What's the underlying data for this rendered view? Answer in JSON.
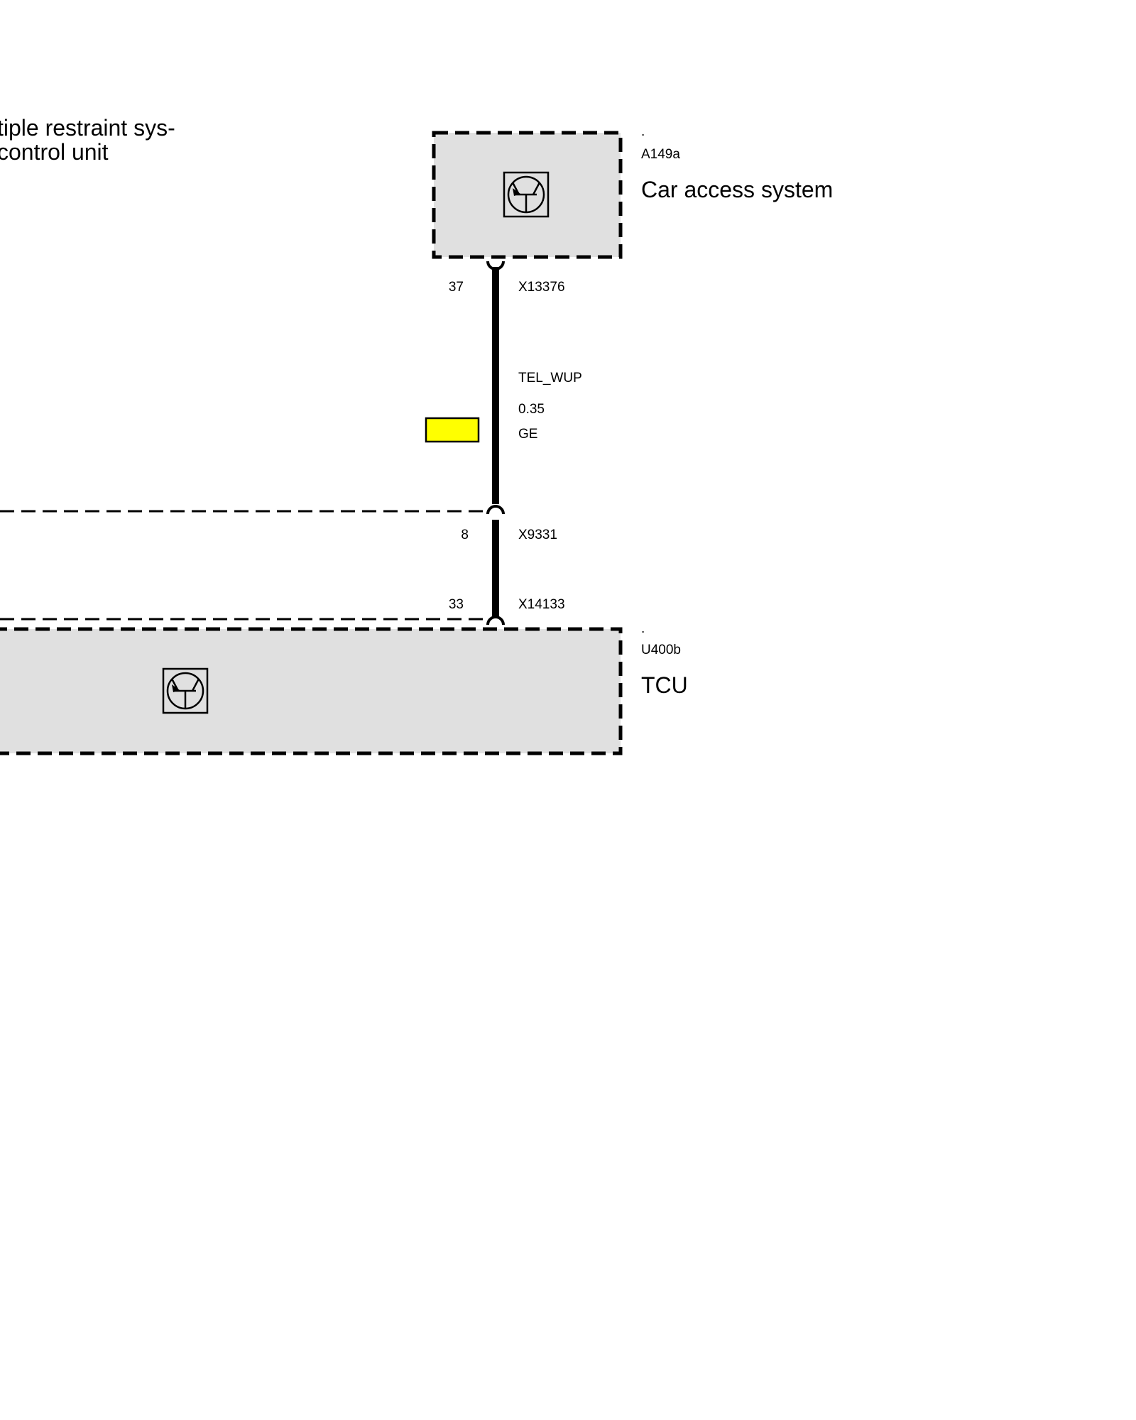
{
  "colors": {
    "module_fill": "#e0e0e0",
    "wire": "#000000",
    "wire_color_swatch": "#ffff00"
  },
  "partial_module": {
    "title_line1": "tiple restraint sys-",
    "title_line2": " control unit"
  },
  "module_top": {
    "dot": ".",
    "code": "A149a",
    "name": "Car access system",
    "icon": "control-unit-transistor-icon"
  },
  "module_bottom": {
    "dot": ".",
    "code": "U400b",
    "name": "TCU",
    "icon": "control-unit-transistor-icon"
  },
  "connectors": [
    {
      "pin": "37",
      "id": "X13376"
    },
    {
      "pin": "8",
      "id": "X9331"
    },
    {
      "pin": "33",
      "id": "X14133"
    }
  ],
  "wire": {
    "signal": "TEL_WUP",
    "cross_section": "0.35",
    "color_code": "GE"
  }
}
